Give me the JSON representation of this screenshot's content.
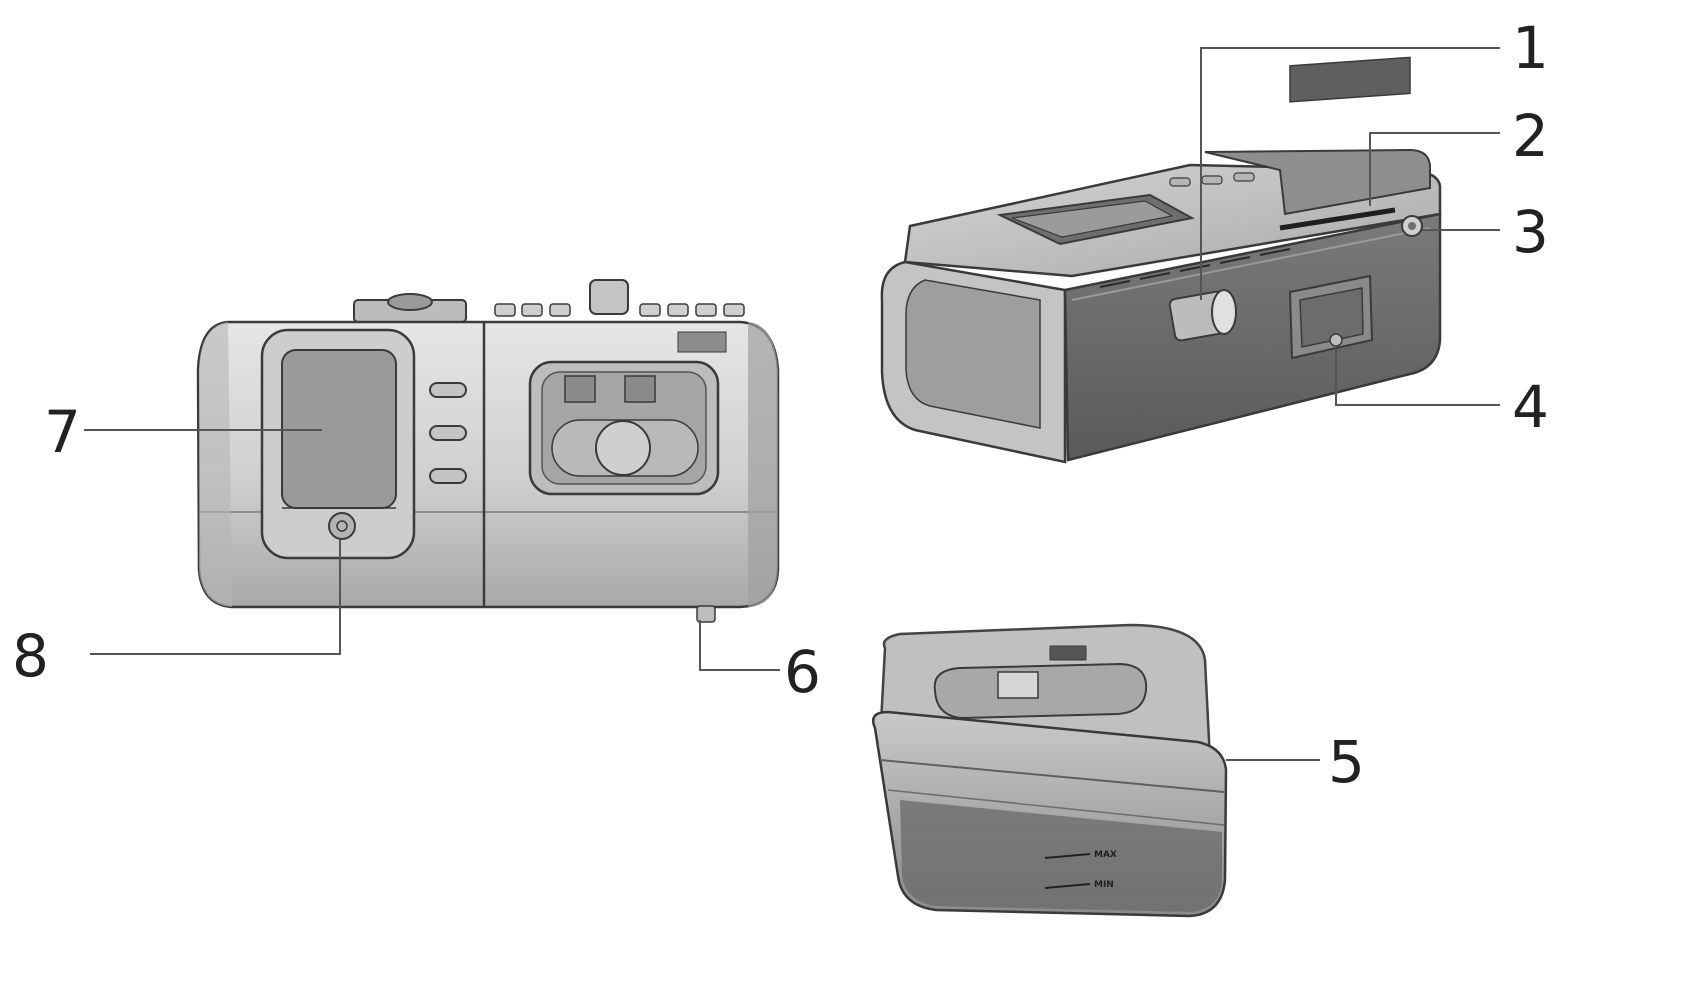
{
  "callouts": [
    {
      "id": "1",
      "number": "1"
    },
    {
      "id": "2",
      "number": "2"
    },
    {
      "id": "3",
      "number": "3"
    },
    {
      "id": "4",
      "number": "4"
    },
    {
      "id": "5",
      "number": "5"
    },
    {
      "id": "6",
      "number": "6"
    },
    {
      "id": "7",
      "number": "7"
    },
    {
      "id": "8",
      "number": "8"
    }
  ],
  "tank_labels": {
    "max": "MAX",
    "min": "MIN"
  },
  "colors": {
    "body_light": "#dedede",
    "body_mid": "#bdbdbd",
    "body_dark": "#6f6f6f",
    "outline": "#3a3a3a",
    "screen": "#9a9a9a",
    "line": "#555555"
  }
}
